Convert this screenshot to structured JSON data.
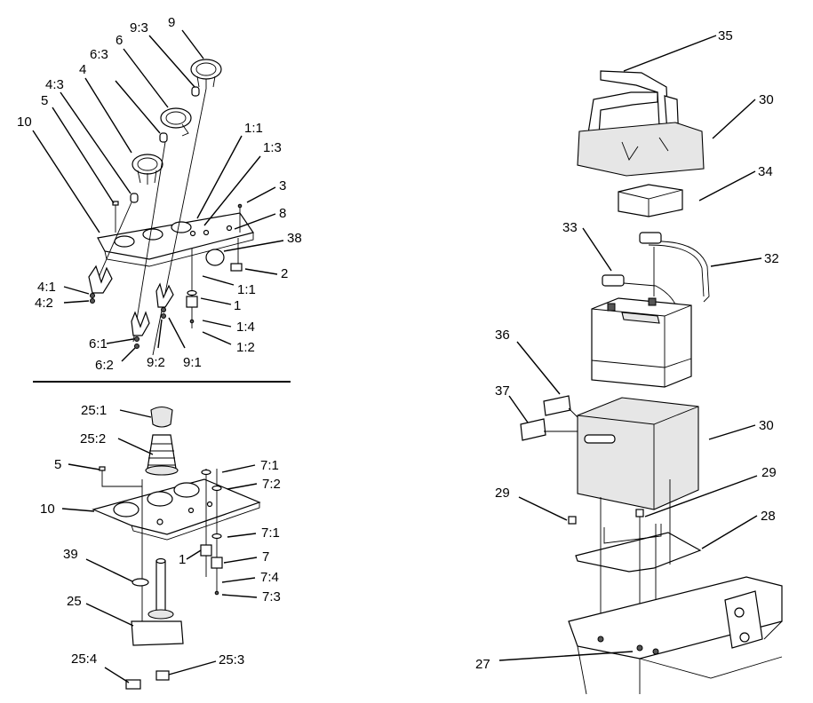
{
  "callouts": {
    "c9": "9",
    "c9_3": "9:3",
    "c6": "6",
    "c6_3": "6:3",
    "c4": "4",
    "c4_3": "4:3",
    "c5_top": "5",
    "c10_top": "10",
    "c1_1a": "1:1",
    "c1_3": "1:3",
    "c3": "3",
    "c8": "8",
    "c38": "38",
    "c2": "2",
    "c1_1b": "1:1",
    "c1_top": "1",
    "c1_4": "1:4",
    "c1_2": "1:2",
    "c4_1": "4:1",
    "c4_2": "4:2",
    "c6_1": "6:1",
    "c6_2": "6:2",
    "c9_2": "9:2",
    "c9_1": "9:1",
    "c25_1": "25:1",
    "c25_2": "25:2",
    "c5_bot": "5",
    "c10_bot": "10",
    "c7_1a": "7:1",
    "c7_2": "7:2",
    "c7_1b": "7:1",
    "c1_bot": "1",
    "c7": "7",
    "c39": "39",
    "c7_4": "7:4",
    "c7_3": "7:3",
    "c25": "25",
    "c25_4": "25:4",
    "c25_3": "25:3",
    "c35": "35",
    "c30_top": "30",
    "c34": "34",
    "c33": "33",
    "c32": "32",
    "c36": "36",
    "c37": "37",
    "c30_bot": "30",
    "c29_right": "29",
    "c29_left": "29",
    "c28": "28",
    "c27": "27"
  }
}
